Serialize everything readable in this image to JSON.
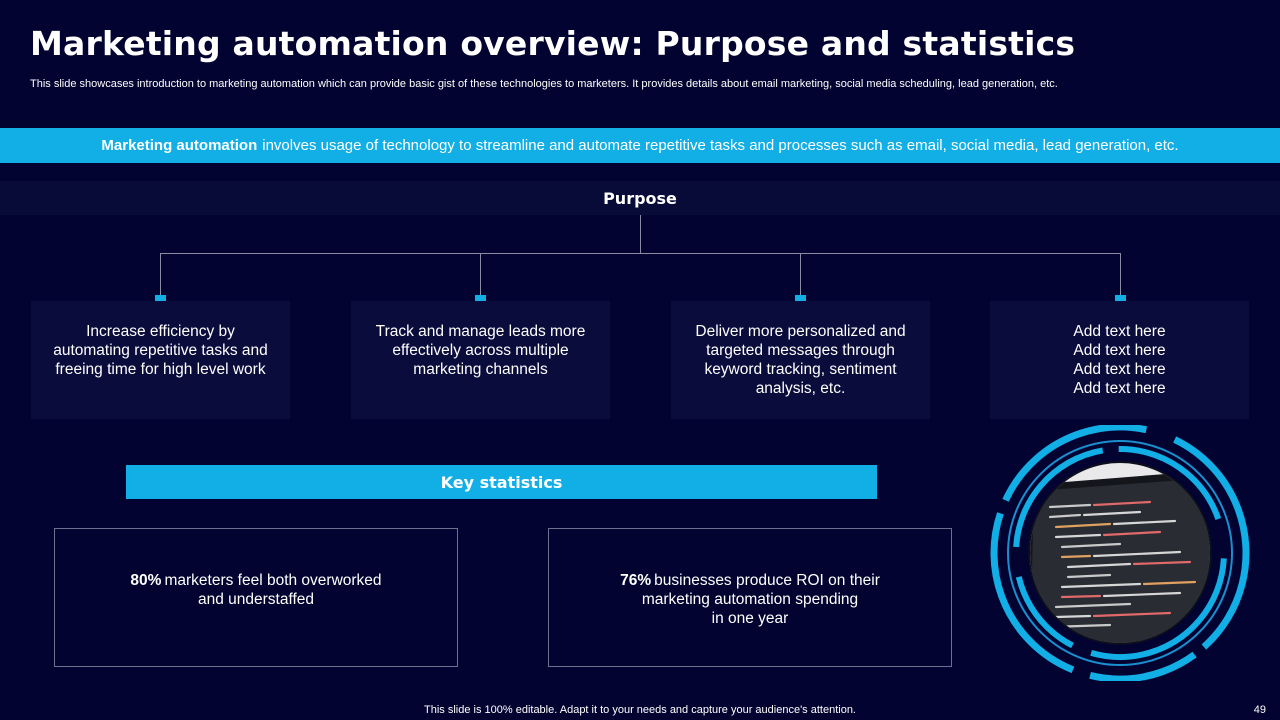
{
  "header": {
    "title": "Marketing automation overview: Purpose and statistics",
    "subtitle": "This slide showcases introduction to marketing automation which can provide basic gist of these technologies to marketers. It provides details about email marketing, social media scheduling, lead generation, etc."
  },
  "banner": {
    "bold": "Marketing automation",
    "text": "involves usage of technology to streamline and automate repetitive tasks and processes such as email, social media, lead generation, etc."
  },
  "purpose": {
    "label": "Purpose",
    "cards": [
      {
        "lines": [
          "Increase efficiency by",
          "automating repetitive tasks and",
          "freeing time for high level work"
        ]
      },
      {
        "lines": [
          "Track and manage leads more",
          "effectively across multiple",
          "marketing channels"
        ]
      },
      {
        "lines": [
          "Deliver more personalized and",
          "targeted messages through",
          "keyword tracking, sentiment",
          "analysis, etc."
        ]
      },
      {
        "lines": [
          "Add text here",
          "Add text here",
          "Add text here",
          "Add text here"
        ]
      }
    ]
  },
  "key_statistics": {
    "label": "Key statistics",
    "items": [
      {
        "value": "80%",
        "lines": [
          "marketers feel both overworked",
          "and understaffed"
        ]
      },
      {
        "value": "76%",
        "lines": [
          "businesses produce ROI on their",
          "marketing automation spending",
          "in one year"
        ]
      }
    ]
  },
  "footer": {
    "note": "This slide is 100% editable. Adapt it to your needs and capture your audience's attention.",
    "page_number": "49"
  },
  "colors": {
    "background": "#020330",
    "accent": "#12aee6",
    "card": "#0a0c3c"
  },
  "icons": {
    "graphic": "code-screen-circle-image"
  }
}
